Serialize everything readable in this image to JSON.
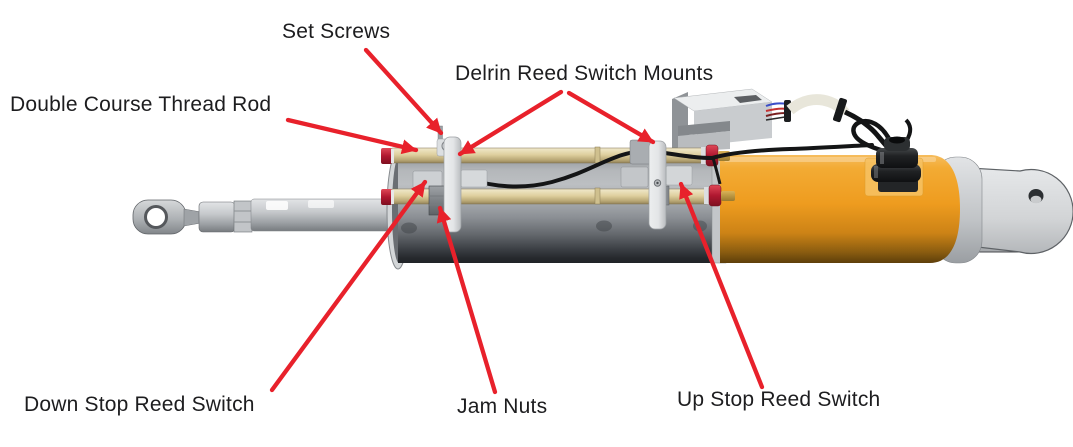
{
  "figure": {
    "type": "annotated-diagram",
    "subject": "Electric linear actuator CAD rendering with labeled reed switch components"
  },
  "labels": {
    "set_screws": "Set Screws",
    "delrin_mounts": "Delrin Reed Switch Mounts",
    "thread_rod": "Double Course Thread Rod",
    "down_stop": "Down Stop Reed Switch",
    "jam_nuts": "Jam Nuts",
    "up_stop": "Up Stop Reed Switch"
  },
  "colors": {
    "arrow_red": "#e8212b",
    "label_text": "#1d1d1f",
    "motor_orange": "#ee9c1f",
    "cylinder_gray": "#85898e",
    "rod_tan": "#decf9e",
    "mount_white": "#eceeef",
    "background": "#ffffff"
  }
}
